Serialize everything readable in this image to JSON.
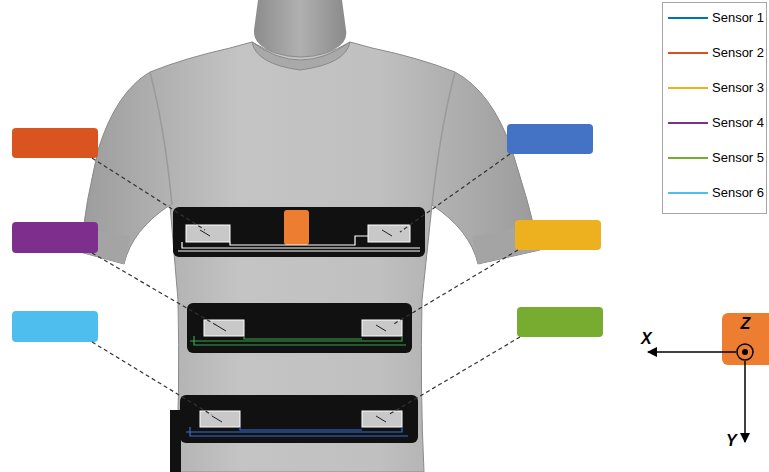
{
  "diagram": {
    "nodes": [
      {
        "text": [
          "Z"
        ]
      }
    ],
    "labels": [
      "X",
      "Y"
    ],
    "legend": [
      {
        "text": "Sensor 1"
      },
      {
        "text": "Sensor 2"
      },
      {
        "text": "Sensor 3"
      },
      {
        "text": "Sensor 4"
      },
      {
        "text": "Sensor 5"
      },
      {
        "text": "Sensor 6"
      }
    ]
  }
}
